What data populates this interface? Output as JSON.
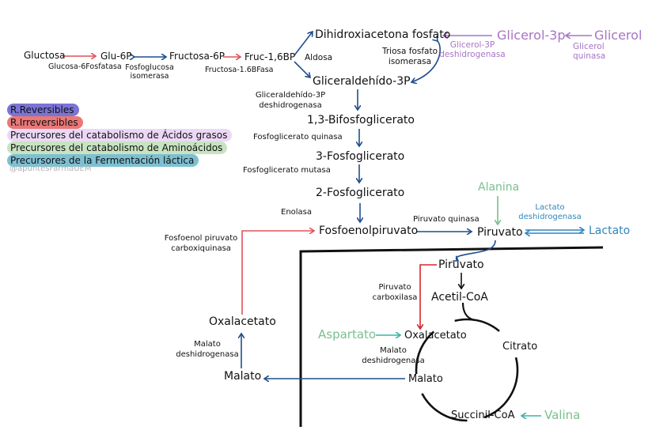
{
  "colors": {
    "reversible": "#1f4e8c",
    "irreversible": "#e0525a",
    "pvc": "#d6262b",
    "fatty_acid": "#a873c6",
    "amino_acid": "#79c08f",
    "lactic": "#2f86bd",
    "black": "#111111"
  },
  "legend": {
    "items": [
      {
        "label": "R.Reversibles",
        "color": "#7a74d6"
      },
      {
        "label": "R.Irreversibles",
        "color": "#e97877"
      },
      {
        "label": "Precursores del catabolismo de Ácidos grasos",
        "color": "#ecd8f6"
      },
      {
        "label": "Precursores del catabolismo de Aminoácidos",
        "color": "#c8e3c1"
      },
      {
        "label": "Precursores de la Fermentación láctica",
        "color": "#7ec0d2"
      }
    ],
    "watermark": "@apuntesFarmaUEM"
  },
  "metabolites": {
    "gluctosa": "Gluctosa",
    "glu6p": "Glu-6P",
    "fructosa6p": "Fructosa-6P",
    "fruc16bp": "Fruc-1,6BP",
    "dhap": "Dihidroxiacetona fosfato",
    "g3p": "Gliceraldehído-3P",
    "bpg13": "1,3-Bifosfoglicerato",
    "pg3": "3-Fosfoglicerato",
    "pg2": "2-Fosfoglicerato",
    "pep": "Fosfoenolpiruvato",
    "piruvato": "Piruvato",
    "lactato": "Lactato",
    "alanina": "Alanina",
    "glicerol3p": "Glicerol-3p",
    "glicerol": "Glicerol",
    "oxalacetato_cyto": "Oxalacetato",
    "malato_cyto": "Malato",
    "piruvato_mito": "Piruvato",
    "acetilcoa": "Acetil-CoA",
    "oxalacetato_mito": "Oxalacetato",
    "aspartato": "Aspartato",
    "citrato": "Citrato",
    "malato_mito": "Malato",
    "succinilcoa": "Succinil-CoA",
    "valina": "Valina"
  },
  "enzymes": {
    "g6pasa": "Glucosa-6Fosfatasa",
    "pgi_1": "Fosfoglucosa",
    "pgi_2": "isomerasa",
    "f16bpasa": "Fructosa-1.6BFasa",
    "aldosa": "Aldosa",
    "tpi_1": "Triosa fosfato",
    "tpi_2": "isomerasa",
    "g3pdh_glicerol_1": "Glicerol-3P",
    "g3pdh_glicerol_2": "deshidrogenasa",
    "glicerol_quinasa_1": "Glicerol",
    "glicerol_quinasa_2": "quinasa",
    "gapdh_1": "Gliceraldehído-3P",
    "gapdh_2": "deshidrogenasa",
    "pgk": "Fosfoglicerato quinasa",
    "pgm": "Fosfoglicerato mutasa",
    "enolasa": "Enolasa",
    "pk": "Piruvato quinasa",
    "ldh_1": "Lactato",
    "ldh_2": "deshidrogenasa",
    "pepck_1": "Fosfoenol piruvato",
    "pepck_2": "carboxiquinasa",
    "pc_1": "Piruvato",
    "pc_2": "carboxilasa",
    "mdh_cyto_1": "Malato",
    "mdh_cyto_2": "deshidrogenasa",
    "mdh_mito_1": "Malato",
    "mdh_mito_2": "deshidrogenasa"
  }
}
